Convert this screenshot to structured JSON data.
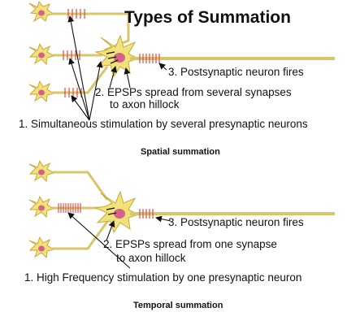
{
  "title": "Types of Summation",
  "spatial": {
    "step1": "1. Simultaneous stimulation by several presynaptic neurons",
    "step2_line1": "2. EPSPs spread from several synapses",
    "step2_line2": "to axon hillock",
    "step3": "3. Postsynaptic neuron fires",
    "caption": "Spatial summation"
  },
  "temporal": {
    "step1": "1. High Frequency stimulation by one presynaptic neuron",
    "step2_line1": "2. EPSPs spread from one synapse",
    "step2_line2": "to axon hillock",
    "step3": "3. Postsynaptic neuron fires",
    "caption": "Temporal summation"
  },
  "colors": {
    "neuron_fill": "#f2e27a",
    "neuron_stroke": "#c9a83a",
    "nucleus": "#d9608a",
    "spike_marks": "#d84a4a",
    "arrow": "#111111"
  }
}
